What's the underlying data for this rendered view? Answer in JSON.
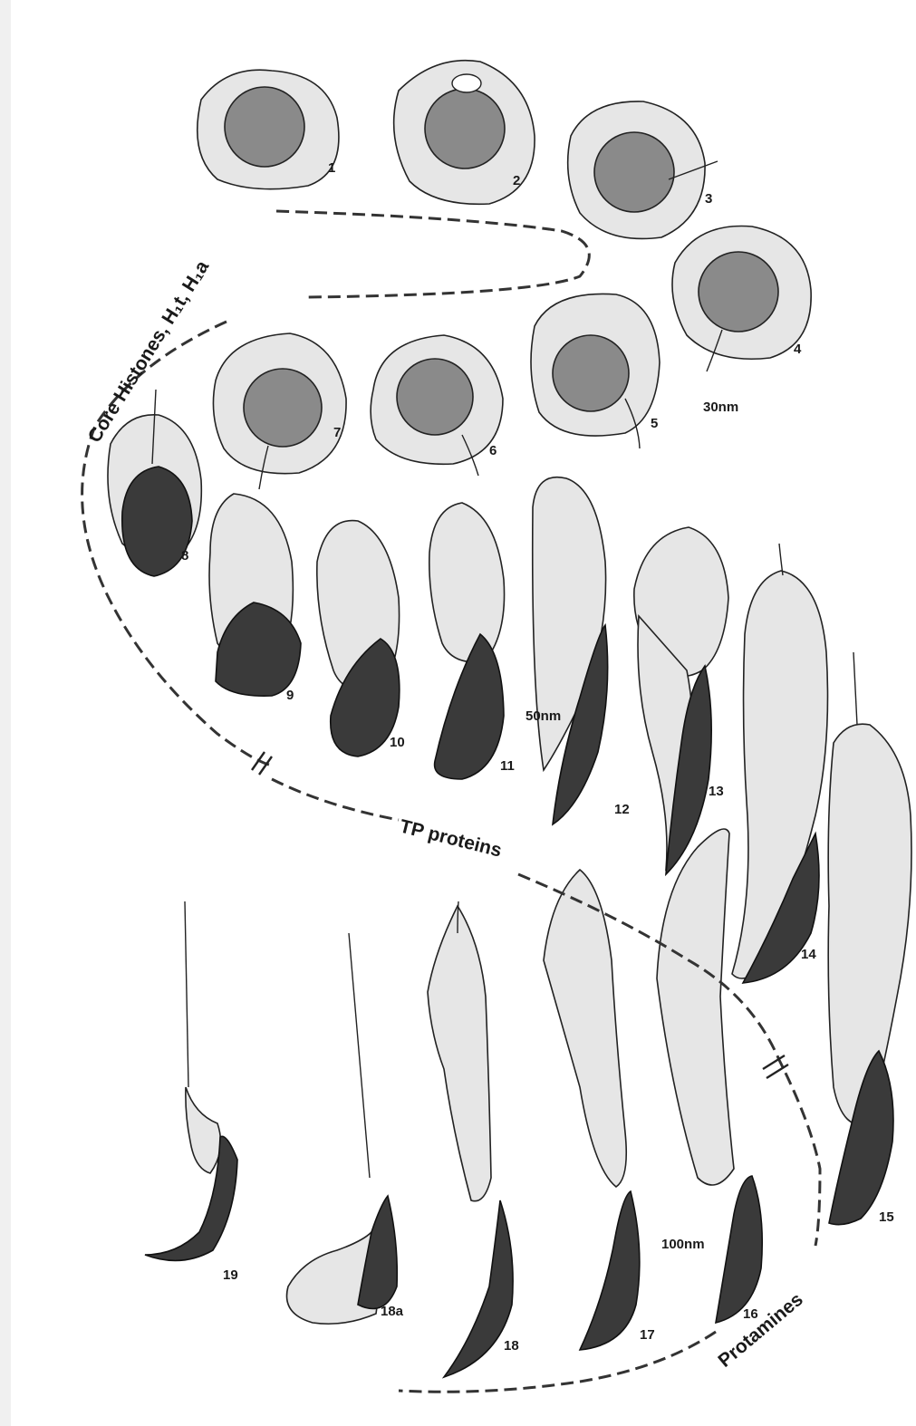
{
  "figure": {
    "stage_labels": [
      "1",
      "2",
      "3",
      "4",
      "5",
      "6",
      "7",
      "8",
      "9",
      "10",
      "11",
      "12",
      "13",
      "14",
      "15",
      "16",
      "17",
      "18",
      "18a",
      "19"
    ],
    "size_labels": [
      "30nm",
      "50nm",
      "100nm"
    ],
    "phase_labels": {
      "core_histones": "Core Histones, H₁t, H₁a",
      "tp_proteins": "TP proteins",
      "protamines": "Protamines"
    }
  }
}
